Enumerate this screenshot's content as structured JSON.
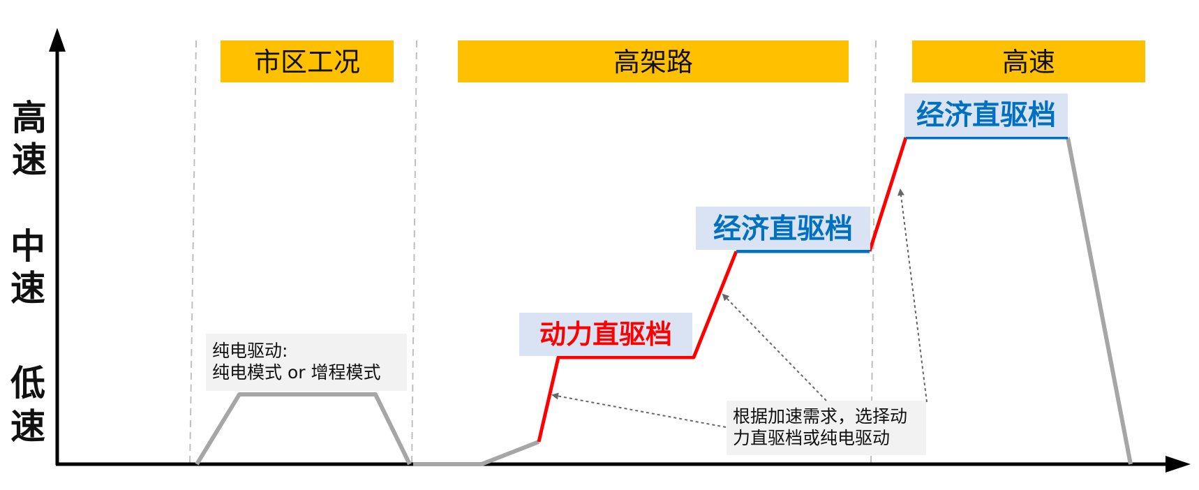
{
  "colors": {
    "axis": "#000000",
    "segment_bar": "#FFC000",
    "pure_ev_line": "#A6A6A6",
    "power_direct": "#FF0000",
    "economy_direct": "#0070C0",
    "mode_box": "#DAE3F3",
    "note_box": "#F2F2F2",
    "divider": "#BFBFBF"
  },
  "speed_levels": {
    "high": [
      "高",
      "速"
    ],
    "medium": [
      "中",
      "速"
    ],
    "low": [
      "低",
      "速"
    ]
  },
  "segments": {
    "urban": "市区工况",
    "elevated": "高架路",
    "highway": "高速"
  },
  "modes": {
    "power_direct": "动力直驱档",
    "economy_direct_mid": "经济直驱档",
    "economy_direct_high": "经济直驱档"
  },
  "notes": {
    "pure_ev": [
      "纯电驱动:",
      "纯电模式 or 增程模式"
    ],
    "selection": [
      "根据加速需求，选择动",
      "力直驱档或纯电驱动"
    ]
  }
}
